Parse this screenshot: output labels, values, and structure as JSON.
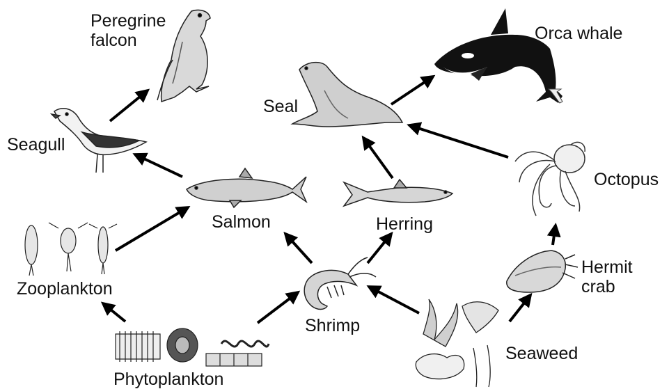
{
  "organisms": {
    "peregrine_falcon": "Peregrine\nfalcon",
    "orca_whale": "Orca whale",
    "seal": "Seal",
    "seagull": "Seagull",
    "octopus": "Octopus",
    "salmon": "Salmon",
    "herring": "Herring",
    "hermit_crab": "Hermit\ncrab",
    "zooplankton": "Zooplankton",
    "shrimp": "Shrimp",
    "seaweed": "Seaweed",
    "phytoplankton": "Phytoplankton"
  },
  "feeding_links": [
    {
      "from": "phytoplankton",
      "to": "zooplankton"
    },
    {
      "from": "phytoplankton",
      "to": "shrimp"
    },
    {
      "from": "zooplankton",
      "to": "salmon"
    },
    {
      "from": "shrimp",
      "to": "salmon"
    },
    {
      "from": "shrimp",
      "to": "herring"
    },
    {
      "from": "seaweed",
      "to": "shrimp"
    },
    {
      "from": "seaweed",
      "to": "hermit_crab"
    },
    {
      "from": "hermit_crab",
      "to": "octopus"
    },
    {
      "from": "octopus",
      "to": "seal"
    },
    {
      "from": "herring",
      "to": "seal"
    },
    {
      "from": "salmon",
      "to": "seagull"
    },
    {
      "from": "seagull",
      "to": "peregrine_falcon"
    },
    {
      "from": "seal",
      "to": "orca_whale"
    }
  ]
}
